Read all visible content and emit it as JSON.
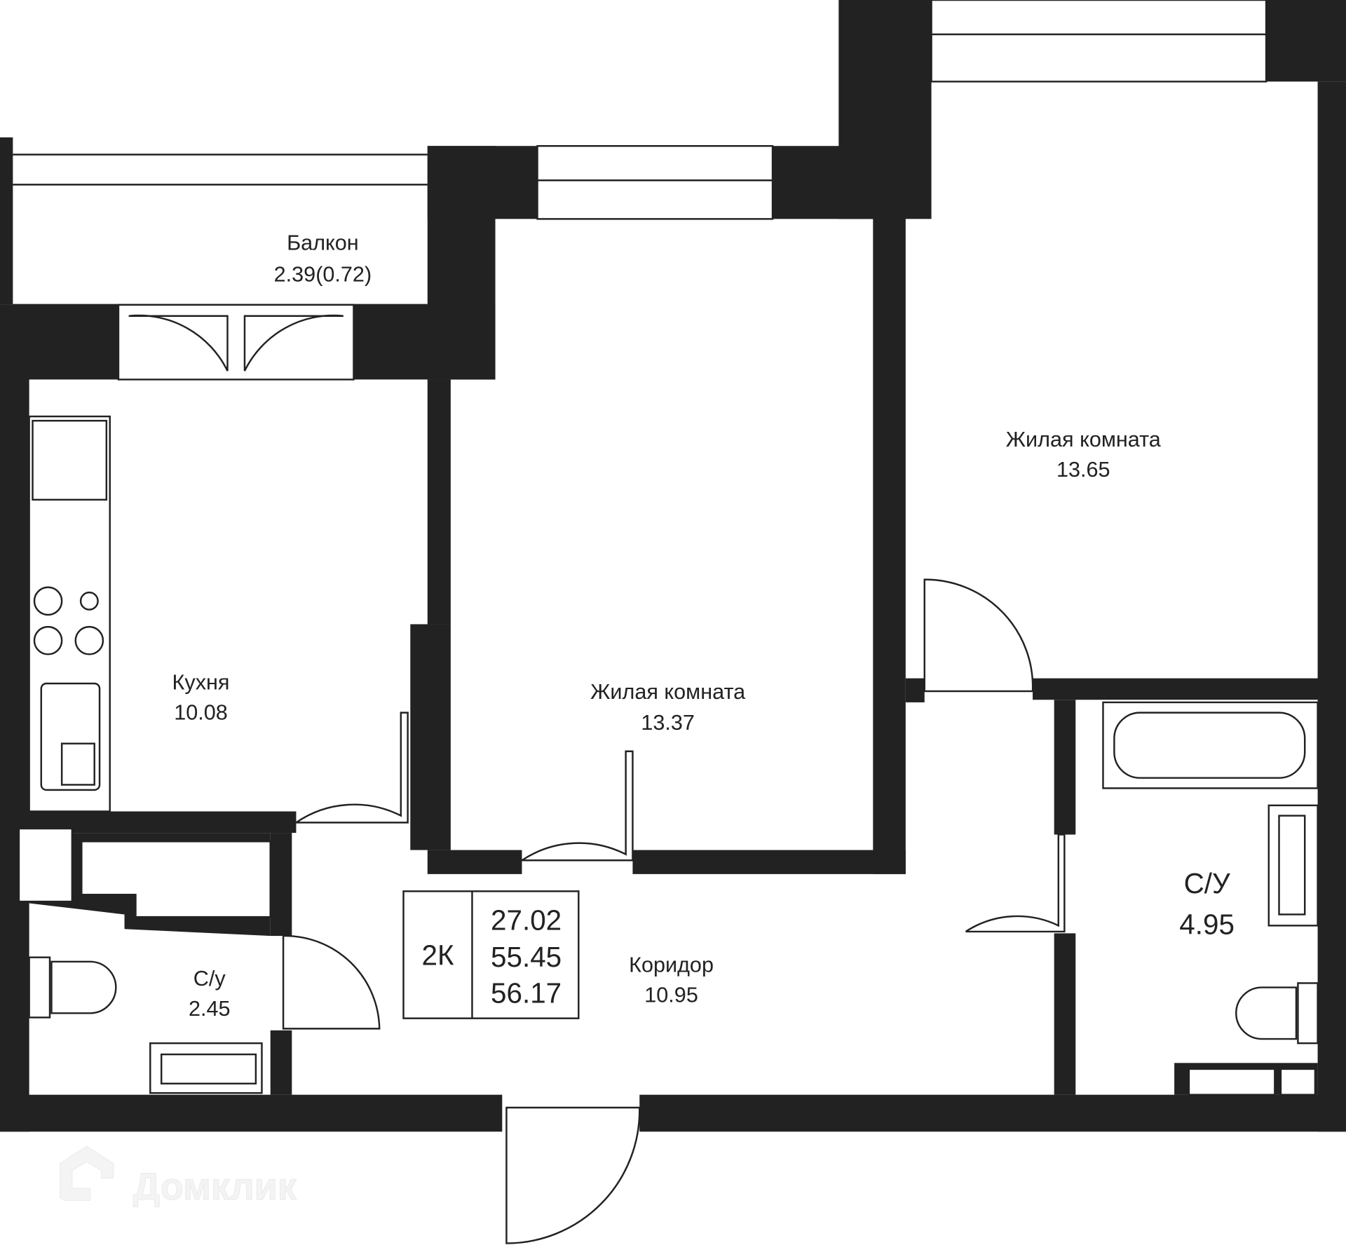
{
  "plan": {
    "rooms": [
      {
        "id": "balcony",
        "name": "Балкон",
        "area": "2.39(0.72)"
      },
      {
        "id": "kitchen",
        "name": "Кухня",
        "area": "10.08"
      },
      {
        "id": "living-room-1",
        "name": "Жилая комната",
        "area": "13.37"
      },
      {
        "id": "living-room-2",
        "name": "Жилая комната",
        "area": "13.65"
      },
      {
        "id": "corridor",
        "name": "Коридор",
        "area": "10.95"
      },
      {
        "id": "wc",
        "name": "С/у",
        "area": "2.45"
      },
      {
        "id": "bathroom",
        "name": "С/У",
        "area": "4.95"
      }
    ],
    "summary": {
      "type": "2К",
      "living_area": "27.02",
      "total_area": "55.45",
      "total_with_balcony": "56.17"
    },
    "watermark": "Домклик",
    "colors": {
      "wall": "#222222",
      "background": "#ffffff"
    }
  }
}
